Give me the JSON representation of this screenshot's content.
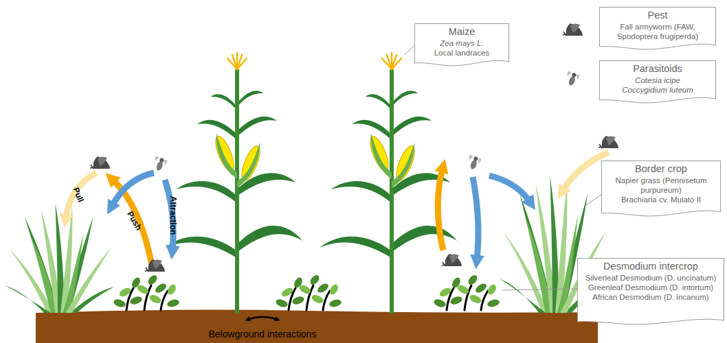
{
  "diagram": {
    "nodes": [
      {
        "text": [
          "Maize",
          "Zea mays L.",
          "Local landraces"
        ]
      },
      {
        "text": [
          "Pest",
          "Fall armyworm (FAW, Spodoptera frugiperda)"
        ]
      },
      {
        "text": [
          "Parasitoids",
          "Cotesia icipe",
          "Coccygidium luteum"
        ]
      },
      {
        "text": [
          "Border crop",
          "Napier grass (Pennisetum purpureum)",
          "Brachiaria cv. Mulato II"
        ]
      },
      {
        "text": [
          "Desmodium intercrop",
          "Silverleaf Desmodium (D. uncinatum)",
          "Greenleaf Desmodium (D. intortum)",
          "African Desmodium (D. incanum)"
        ]
      }
    ],
    "labels": [
      "Pull",
      "Push",
      "Attraction",
      "Belowground interactions"
    ]
  }
}
